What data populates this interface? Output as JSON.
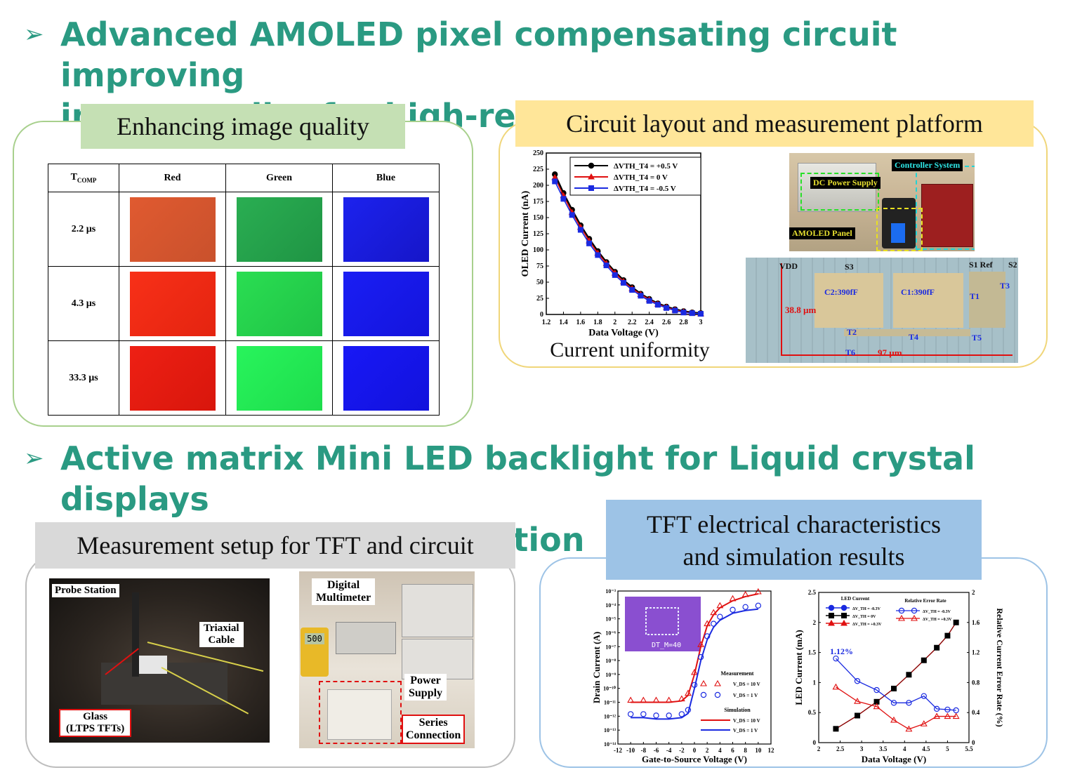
{
  "section1": {
    "title_line1": "Advanced AMOLED pixel compensating circuit improving",
    "title_line2": "image quality for high-resolution displays"
  },
  "section2": {
    "title_line1": "Active matrix Mini LED backlight for Liquid crystal displays",
    "title_line2": "with low power consumption"
  },
  "arrow_glyph": "➢",
  "labels": {
    "enhancing": "Enhancing image quality",
    "circuit_layout": "Circuit layout and measurement platform",
    "current_uniformity": "Current uniformity",
    "measurement_setup": "Measurement setup for TFT and circuit",
    "tft_line1": "TFT electrical characteristics",
    "tft_line2": "and simulation results"
  },
  "quality_table": {
    "header": {
      "tcomp_main": "T",
      "tcomp_sub": "COMP",
      "red": "Red",
      "green": "Green",
      "blue": "Blue"
    },
    "rows": [
      {
        "time": "2.2 µs",
        "colors": [
          "#d9562e",
          "#27a64f",
          "#1a1ce8"
        ]
      },
      {
        "time": "4.3 µs",
        "colors": [
          "#f42a14",
          "#25cf4c",
          "#1718ee"
        ]
      },
      {
        "time": "33.3 µs",
        "colors": [
          "#e81c10",
          "#23ee55",
          "#1515f2"
        ]
      }
    ]
  },
  "platform_photo": {
    "dc_power": "DC Power Supply",
    "controller": "Controller System",
    "amoled": "AMOLED Panel"
  },
  "layout_photo": {
    "vdd": "VDD",
    "s3": "S3",
    "s1ref": "S1 Ref",
    "s2": "S2",
    "c2": "C2:390fF",
    "c1": "C1:390fF",
    "t1": "T1",
    "t2": "T2",
    "t3": "T3",
    "t4": "T4",
    "t5": "T5",
    "t6": "T6",
    "height": "38.8 µm",
    "width": "97 µm"
  },
  "probe_photo": {
    "probe": "Probe Station",
    "triaxial": "Triaxial\nCable",
    "glass": "Glass\n(LTPS TFTs)"
  },
  "bench_photo": {
    "multimeter": "Digital\nMultimeter",
    "power": "Power\nSupply",
    "series": "Series\nConnection",
    "display": "500"
  },
  "chart_data": [
    {
      "type": "line",
      "xlabel": "Data Voltage (V)",
      "ylabel": "OLED Current (nA)",
      "xlim": [
        1.2,
        3.0
      ],
      "ylim": [
        0,
        250
      ],
      "xticks": [
        1.2,
        1.4,
        1.6,
        1.8,
        2,
        2.2,
        2.4,
        2.6,
        2.8,
        3
      ],
      "yticks": [
        0,
        25,
        50,
        75,
        100,
        125,
        150,
        175,
        200,
        225,
        250
      ],
      "x": [
        1.3,
        1.4,
        1.5,
        1.6,
        1.7,
        1.8,
        1.9,
        2.0,
        2.1,
        2.2,
        2.3,
        2.4,
        2.5,
        2.6,
        2.7,
        2.8,
        2.9,
        3.0
      ],
      "series": [
        {
          "name": "ΔVTH_T4 = +0.5 V",
          "color": "#000000",
          "values": [
            217,
            188,
            162,
            138,
            117,
            98,
            81,
            66,
            53,
            42,
            32,
            24,
            17,
            12,
            8,
            5,
            3,
            2
          ]
        },
        {
          "name": "ΔVTH_T4 = 0 V",
          "color": "#e01010",
          "values": [
            212,
            184,
            158,
            135,
            114,
            95,
            79,
            64,
            51,
            40,
            31,
            23,
            16,
            11,
            7,
            4,
            2,
            1
          ]
        },
        {
          "name": "ΔVTH_T4 = -0.5 V",
          "color": "#1a2ae0",
          "values": [
            206,
            179,
            154,
            131,
            110,
            92,
            76,
            61,
            49,
            38,
            29,
            21,
            15,
            10,
            6,
            3,
            2,
            1
          ]
        }
      ]
    },
    {
      "type": "line",
      "xlabel": "Gate-to-Source Voltage (V)",
      "ylabel": "Drain Current (A)",
      "xlim": [
        -12,
        12
      ],
      "ylim_exp": [
        -14,
        -3
      ],
      "xticks": [
        -12,
        -10,
        -8,
        -6,
        -4,
        -2,
        0,
        2,
        4,
        6,
        8,
        10,
        12
      ],
      "yticks": [
        "10⁻³",
        "10⁻⁴",
        "10⁻⁵",
        "10⁻⁶",
        "10⁻⁷",
        "10⁻⁸",
        "10⁻⁹",
        "10⁻¹⁰",
        "10⁻¹¹",
        "10⁻¹²",
        "10⁻¹³",
        "10⁻¹⁴"
      ],
      "legend_title_meas": "Measurement",
      "legend_title_sim": "Simulation",
      "legend_vds10": "V_DS = 10 V",
      "legend_vds1": "V_DS = 1 V",
      "inset_text": "DT_M=40",
      "x": [
        -10,
        -8,
        -6,
        -4,
        -2,
        -1,
        0,
        1,
        2,
        3,
        4,
        6,
        8,
        10
      ],
      "series": [
        {
          "name": "Sim VDS=10V",
          "color": "#e01010",
          "log_values": [
            -11,
            -11,
            -11,
            -11,
            -10.9,
            -10.5,
            -9,
            -7,
            -5.5,
            -4.7,
            -4.2,
            -3.7,
            -3.4,
            -3.2
          ]
        },
        {
          "name": "Sim VDS=1V",
          "color": "#1a2ae0",
          "log_values": [
            -12.1,
            -12.1,
            -12.2,
            -12.2,
            -12.1,
            -11.8,
            -10,
            -8,
            -6.5,
            -5.6,
            -5.1,
            -4.6,
            -4.4,
            -4.3
          ]
        }
      ]
    },
    {
      "type": "line",
      "xlabel": "Data Voltage (V)",
      "ylabel": "LED Current (mA)",
      "y2label": "Relative Current Error Rate (%)",
      "xlim": [
        2,
        5.5
      ],
      "ylim": [
        0,
        2.5
      ],
      "y2lim": [
        0,
        2
      ],
      "xticks": [
        "2",
        "2.5",
        "3",
        "3.5",
        "4",
        "4.5",
        "5",
        "5.5"
      ],
      "yticks": [
        "0",
        "0.5",
        "1",
        "1.5",
        "2",
        "2.5"
      ],
      "y2ticks": [
        "0",
        "0.4",
        "0.8",
        "1.2",
        "1.6",
        "2"
      ],
      "annotation": "1.12%",
      "legend_led_title": "LED Current",
      "legend_err_title": "Relative Error Rate",
      "legend_items": [
        "ΔV_TH = -0.3V",
        "ΔV_TH = 0V",
        "ΔV_TH = +0.3V"
      ],
      "x": [
        2.4,
        2.9,
        3.35,
        3.75,
        4.1,
        4.45,
        4.75,
        5.0,
        5.2
      ],
      "led_current": [
        0.23,
        0.45,
        0.68,
        0.9,
        1.13,
        1.37,
        1.58,
        1.78,
        2.0
      ],
      "error_minus": [
        1.12,
        0.82,
        0.7,
        0.53,
        0.53,
        0.62,
        0.45,
        0.44,
        0.43
      ],
      "error_plus": [
        0.74,
        0.55,
        0.48,
        0.3,
        0.18,
        0.25,
        0.35,
        0.35,
        0.35
      ]
    }
  ]
}
